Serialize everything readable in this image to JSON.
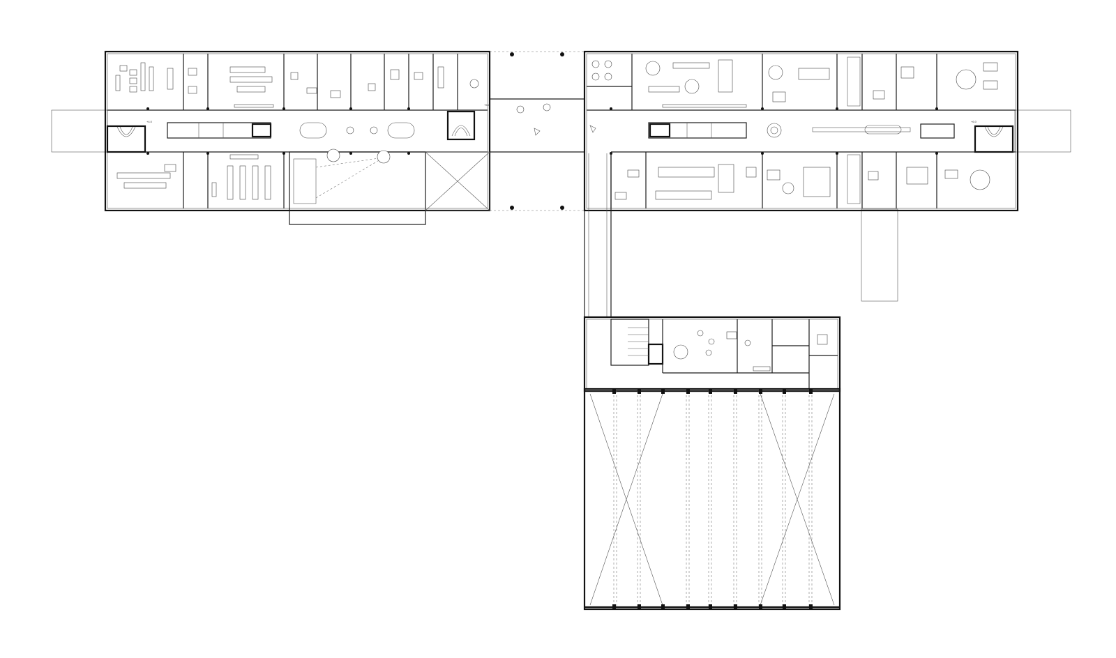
{
  "drawing": {
    "wing_labels": [
      "+4.0",
      "+5.0",
      "+6.0"
    ],
    "line_color": "#1a1a1a",
    "background": "#ffffff"
  }
}
